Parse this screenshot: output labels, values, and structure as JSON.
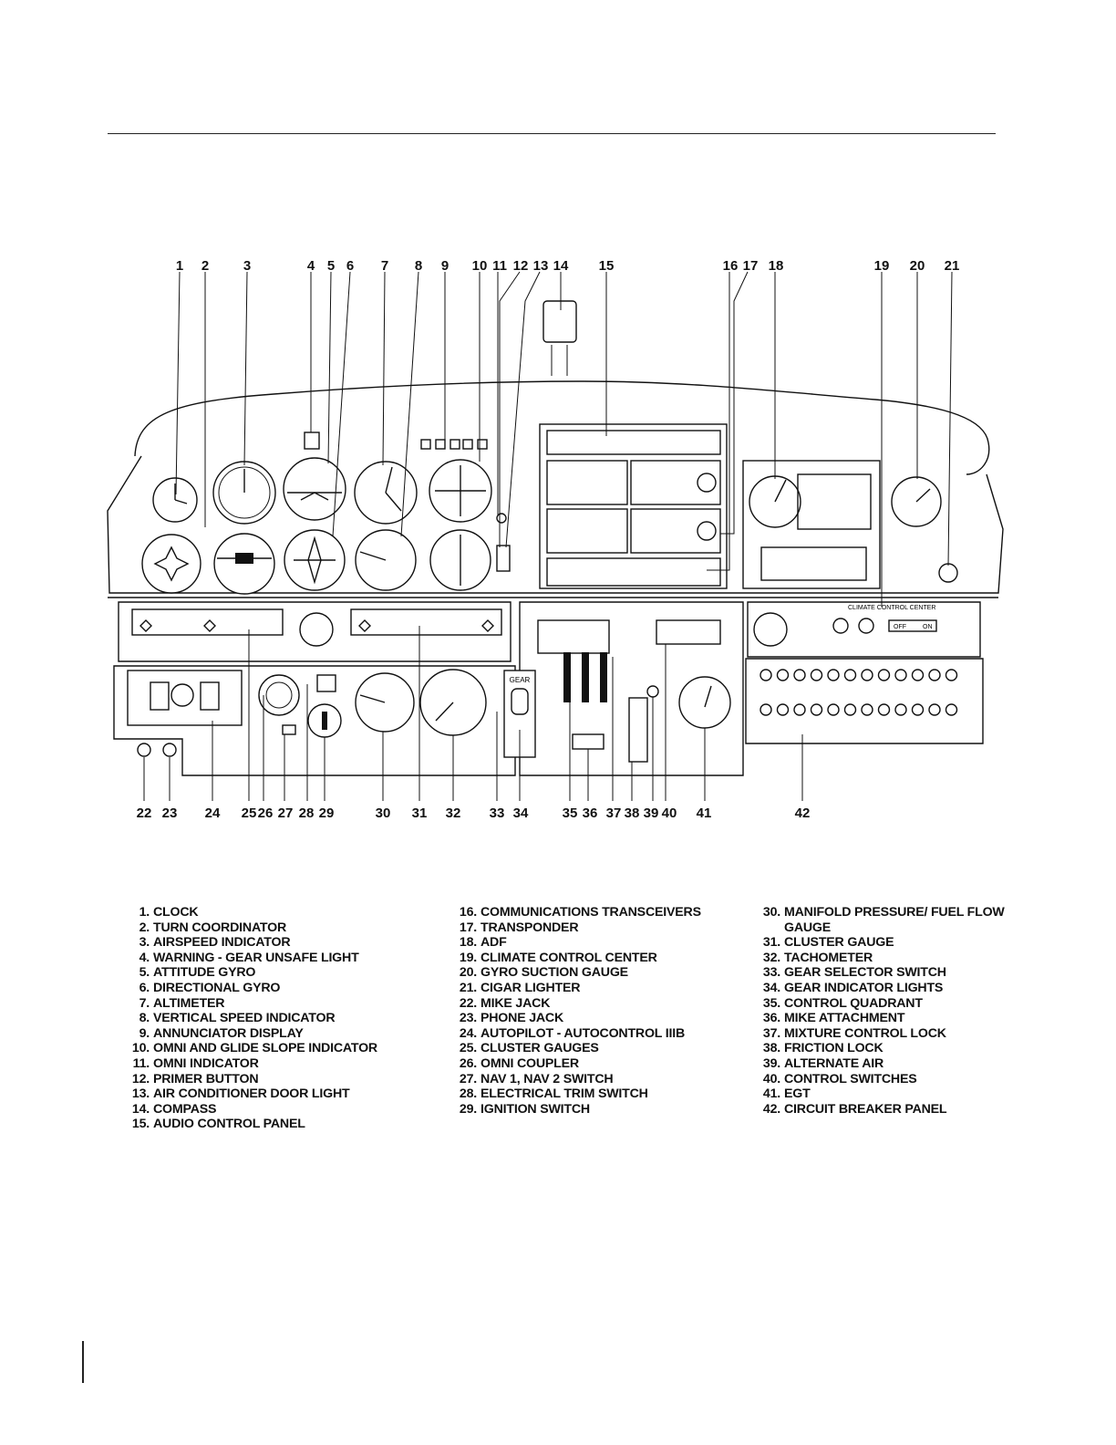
{
  "callouts": {
    "top": [
      "1",
      "2",
      "3",
      "4",
      "5",
      "6",
      "7",
      "8",
      "9",
      "10",
      "11",
      "12",
      "13",
      "14",
      "15",
      "16",
      "17",
      "18",
      "19",
      "20",
      "21"
    ],
    "bottom": [
      "22",
      "23",
      "24",
      "25",
      "26",
      "27",
      "28",
      "29",
      "30",
      "31",
      "32",
      "33",
      "34",
      "35",
      "36",
      "37",
      "38",
      "39",
      "40",
      "41",
      "42"
    ]
  },
  "panel_labels": {
    "climate_control_center": "CLIMATE CONTROL CENTER",
    "gear": "GEAR",
    "off": "OFF",
    "on": "ON"
  },
  "legend": {
    "col1": [
      {
        "num": "1.",
        "text": "CLOCK"
      },
      {
        "num": "2.",
        "text": "TURN COORDINATOR"
      },
      {
        "num": "3.",
        "text": "AIRSPEED INDICATOR"
      },
      {
        "num": "4.",
        "text": "WARNING - GEAR UNSAFE LIGHT"
      },
      {
        "num": "5.",
        "text": "ATTITUDE GYRO"
      },
      {
        "num": "6.",
        "text": "DIRECTIONAL GYRO"
      },
      {
        "num": "7.",
        "text": "ALTIMETER"
      },
      {
        "num": "8.",
        "text": "VERTICAL SPEED INDICATOR"
      },
      {
        "num": "9.",
        "text": "ANNUNCIATOR DISPLAY"
      },
      {
        "num": "10.",
        "text": "OMNI AND GLIDE SLOPE INDICATOR"
      },
      {
        "num": "11.",
        "text": "OMNI INDICATOR"
      },
      {
        "num": "12.",
        "text": "PRIMER BUTTON"
      },
      {
        "num": "13.",
        "text": "AIR CONDITIONER DOOR LIGHT"
      },
      {
        "num": "14.",
        "text": "COMPASS"
      },
      {
        "num": "15.",
        "text": "AUDIO CONTROL PANEL"
      }
    ],
    "col2": [
      {
        "num": "16.",
        "text": "COMMUNICATIONS TRANSCEIVERS"
      },
      {
        "num": "17.",
        "text": "TRANSPONDER"
      },
      {
        "num": "18.",
        "text": "ADF"
      },
      {
        "num": "19.",
        "text": "CLIMATE CONTROL CENTER"
      },
      {
        "num": "20.",
        "text": "GYRO SUCTION GAUGE"
      },
      {
        "num": "21.",
        "text": "CIGAR LIGHTER"
      },
      {
        "num": "22.",
        "text": "MIKE JACK"
      },
      {
        "num": "23.",
        "text": "PHONE JACK"
      },
      {
        "num": "24.",
        "text": "AUTOPILOT - AUTOCONTROL IIIB"
      },
      {
        "num": "25.",
        "text": "CLUSTER GAUGES"
      },
      {
        "num": "26.",
        "text": "OMNI COUPLER"
      },
      {
        "num": "27.",
        "text": "NAV 1, NAV 2 SWITCH"
      },
      {
        "num": "28.",
        "text": "ELECTRICAL TRIM SWITCH"
      },
      {
        "num": "29.",
        "text": "IGNITION SWITCH"
      }
    ],
    "col3": [
      {
        "num": "30.",
        "text": "MANIFOLD PRESSURE/ FUEL FLOW GAUGE"
      },
      {
        "num": "31.",
        "text": "CLUSTER GAUGE"
      },
      {
        "num": "32.",
        "text": "TACHOMETER"
      },
      {
        "num": "33.",
        "text": "GEAR SELECTOR SWITCH"
      },
      {
        "num": "34.",
        "text": "GEAR INDICATOR LIGHTS"
      },
      {
        "num": "35.",
        "text": "CONTROL QUADRANT"
      },
      {
        "num": "36.",
        "text": "MIKE ATTACHMENT"
      },
      {
        "num": "37.",
        "text": "MIXTURE CONTROL LOCK"
      },
      {
        "num": "38.",
        "text": "FRICTION LOCK"
      },
      {
        "num": "39.",
        "text": "ALTERNATE AIR"
      },
      {
        "num": "40.",
        "text": "CONTROL SWITCHES"
      },
      {
        "num": "41.",
        "text": "EGT"
      },
      {
        "num": "42.",
        "text": "CIRCUIT BREAKER PANEL"
      }
    ]
  }
}
